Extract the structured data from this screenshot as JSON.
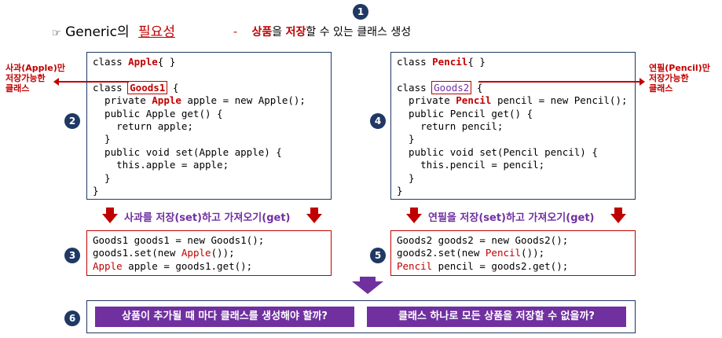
{
  "header": {
    "step": "1",
    "glyph": "☞",
    "generic": "Generic의",
    "need": "필요성",
    "dash": "-",
    "sub_product": "상품",
    "sub_eul": "을",
    "sub_store": "저장",
    "sub_rest": "할 수 있는 클래스 생성"
  },
  "left": {
    "apple_label": "사과(Apple)만\n저장가능한\n클래스",
    "step2": "2",
    "step3": "3",
    "code": {
      "l1a": "class ",
      "l1b": "Apple",
      "l1c": "{ }",
      "l3a": "class ",
      "l3b": "Goods1",
      "l3c": " {",
      "l4a": "  private ",
      "l4b": "Apple",
      "l4c": " apple = new Apple();",
      "l5": "  public Apple get() {",
      "l6": "    return apple;",
      "l7": "  }",
      "l8": "  public void set(Apple apple) {",
      "l9": "    this.apple = apple;",
      "l10": "  }",
      "l11": "}"
    },
    "arrow_text": "사과를 저장(set)하고 가져오기(get)",
    "usage": {
      "u1": "Goods1 goods1 = new Goods1();",
      "u2a": "goods1.set(new ",
      "u2b": "Apple",
      "u2c": "());",
      "u3a": "Apple",
      "u3b": " apple = goods1.get();"
    }
  },
  "right": {
    "pencil_label": "연필(Pencil)만\n저장가능한\n클래스",
    "step4": "4",
    "step5": "5",
    "code": {
      "l1a": "class ",
      "l1b": "Pencil",
      "l1c": "{ }",
      "l3a": "class ",
      "l3b": "Goods2",
      "l3c": " {",
      "l4a": "  private ",
      "l4b": "Pencil",
      "l4c": " pencil = new Pencil();",
      "l5": "  public Pencil get() {",
      "l6": "    return pencil;",
      "l7": "  }",
      "l8": "  public void set(Pencil pencil) {",
      "l9": "    this.pencil = pencil;",
      "l10": "  }",
      "l11": "}"
    },
    "arrow_text": "연필을 저장(set)하고 가져오기(get)",
    "usage": {
      "u1": "Goods2 goods2 = new Goods2();",
      "u2a": "goods2.set(new ",
      "u2b": "Pencil",
      "u2c": "());",
      "u3a": "Pencil",
      "u3b": " pencil = goods2.get();"
    }
  },
  "bottom": {
    "step6": "6",
    "q1": "상품이 추가될 때 마다 클래스를 생성해야 할까?",
    "q2": "클래스 하나로 모든 상품을 저장할 수 없을까?"
  },
  "colors": {
    "red": "#c00000",
    "navy": "#1f3864",
    "purple": "#7030a0"
  }
}
